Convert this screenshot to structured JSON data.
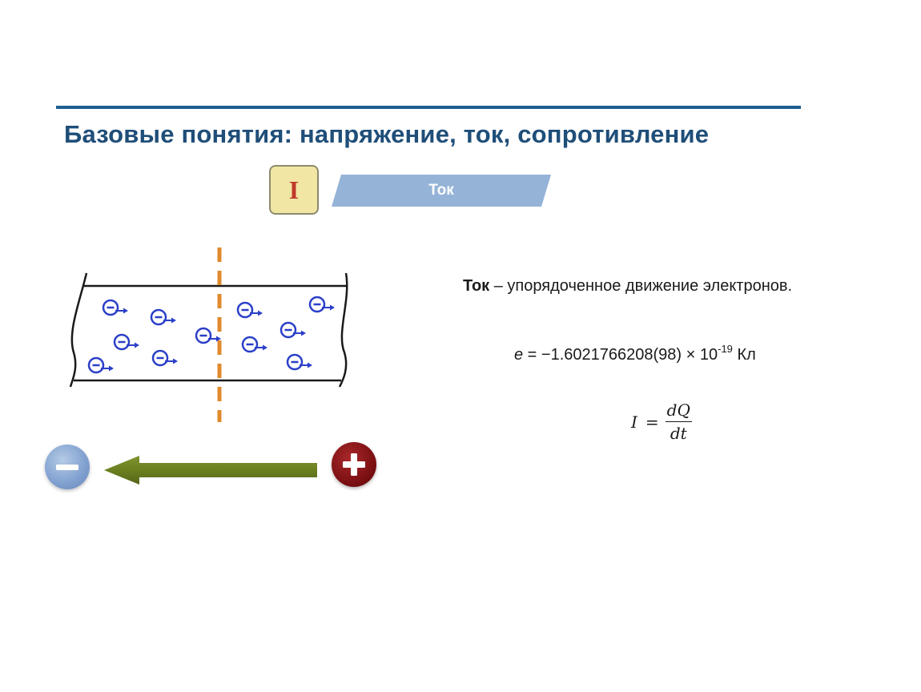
{
  "slide": {
    "title": "Базовые понятия: напряжение, ток, сопротивление",
    "section_badge": "I",
    "section_label": "Ток"
  },
  "definition": {
    "term": "Ток",
    "text": " – упорядоченное движение электронов."
  },
  "charge_formula": {
    "symbol": "e",
    "body": " = −1.6021766208(98) × 10",
    "exponent": "-19",
    "unit": " Кл"
  },
  "current_formula": {
    "lhs": "I",
    "equals": "=",
    "numerator": "dQ",
    "denominator": "dt"
  },
  "icons": {
    "electron": "electron-icon",
    "negative_pole": "minus-icon",
    "positive_pole": "plus-icon",
    "flow": "arrow-left-icon"
  },
  "colors": {
    "title": "#1f4e79",
    "rule": "#1d5f8f",
    "banner": "#95b3d7",
    "electron": "#2b3fc8",
    "cross_section": "#e08a2c",
    "arrow": "#6b7f1f",
    "negative_pole": "#7f9fcf",
    "positive_pole": "#7a0f12"
  }
}
